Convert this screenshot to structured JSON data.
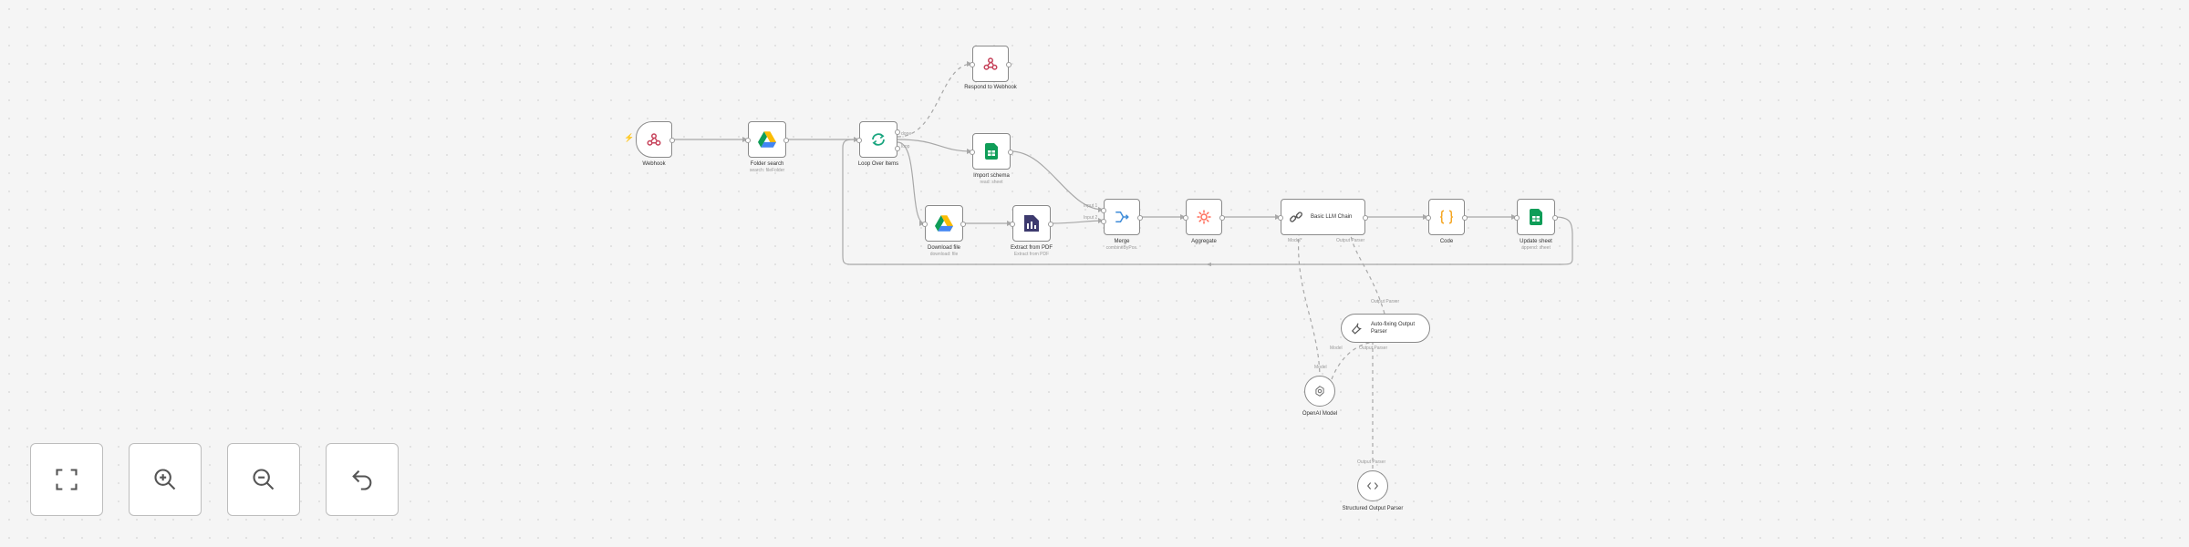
{
  "workflow": {
    "nodes": [
      {
        "id": "webhook",
        "title": "Webhook",
        "subtitle": "",
        "icon": "webhook-icon"
      },
      {
        "id": "folder",
        "title": "Folder search",
        "subtitle": "search: fileFolder",
        "icon": "google-drive-icon"
      },
      {
        "id": "loop",
        "title": "Loop Over Items",
        "subtitle": "",
        "icon": "loop-icon"
      },
      {
        "id": "respond",
        "title": "Respond to Webhook",
        "subtitle": "",
        "icon": "webhook-icon"
      },
      {
        "id": "import",
        "title": "Import schema",
        "subtitle": "read: sheet",
        "icon": "google-sheets-icon"
      },
      {
        "id": "download",
        "title": "Download file",
        "subtitle": "download: file",
        "icon": "google-drive-icon"
      },
      {
        "id": "extract",
        "title": "Extract from PDF",
        "subtitle": "Extract from PDF",
        "icon": "extract-pdf-icon"
      },
      {
        "id": "merge",
        "title": "Merge",
        "subtitle": "combineByPos.",
        "icon": "merge-icon"
      },
      {
        "id": "aggregate",
        "title": "Aggregate",
        "subtitle": "",
        "icon": "aggregate-icon"
      },
      {
        "id": "chain",
        "title": "Basic LLM Chain",
        "subtitle": "",
        "icon": "llm-chain-icon"
      },
      {
        "id": "code",
        "title": "Code",
        "subtitle": "",
        "icon": "code-icon"
      },
      {
        "id": "sheets",
        "title": "Update sheet",
        "subtitle": "append: sheet",
        "icon": "google-sheets-icon"
      },
      {
        "id": "autofix",
        "title": "Auto-fixing Output Parser",
        "subtitle": "",
        "icon": "wrench-icon"
      },
      {
        "id": "model",
        "title": "OpenAI Model",
        "subtitle": "",
        "icon": "openai-icon"
      },
      {
        "id": "structured",
        "title": "Structured Output Parser",
        "subtitle": "",
        "icon": "code-brackets-icon"
      }
    ],
    "port_labels": {
      "loop_done": "done",
      "loop_loop": "loop",
      "merge_in1": "Input 1",
      "merge_in2": "Input 2",
      "chain_model": "Model*",
      "chain_parser": "Output Parser",
      "autofix_parser": "Output Parser",
      "autofix_model": "Model",
      "model_port": "Model",
      "autofix_bottom": "Output Parser",
      "structured_port": "Output Parser"
    }
  },
  "controls": {
    "fit_view": "fit-view-icon",
    "zoom_in": "zoom-in-icon",
    "zoom_out": "zoom-out-icon",
    "reset": "undo-icon"
  },
  "colors": {
    "canvas": "#f5f5f5",
    "edge": "#a8a8a8",
    "node_border": "#8a8a8a",
    "webhook": "#c6435b",
    "sheets": "#0f9d58",
    "drive_yellow": "#fbbc04",
    "drive_blue": "#4285f4",
    "drive_green": "#0f9d58",
    "loop": "#1aa57f",
    "merge": "#3d8bd8",
    "aggregate": "#ff6d5a",
    "code": "#f5a623",
    "pdf": "#3d3a6e",
    "trigger_bolt": "#ff6d5a"
  }
}
